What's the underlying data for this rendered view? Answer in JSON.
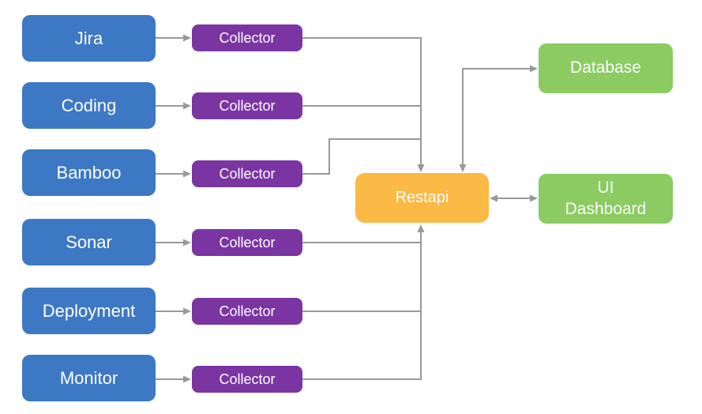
{
  "diagram": {
    "type": "flow-architecture",
    "background": "#ffffff",
    "colors": {
      "source_blue": "#3d78c4",
      "collector_purple": "#7a35a3",
      "api_orange": "#fbb945",
      "output_green": "#8bcb62",
      "edge_gray": "#999999",
      "text_white": "#ffffff"
    },
    "nodes": {
      "jira": {
        "label": "Jira"
      },
      "coding": {
        "label": "Coding"
      },
      "bamboo": {
        "label": "Bamboo"
      },
      "sonar": {
        "label": "Sonar"
      },
      "deployment": {
        "label": "Deployment"
      },
      "monitor": {
        "label": "Monitor"
      },
      "collector1": {
        "label": "Collector"
      },
      "collector2": {
        "label": "Collector"
      },
      "collector3": {
        "label": "Collector"
      },
      "collector4": {
        "label": "Collector"
      },
      "collector5": {
        "label": "Collector"
      },
      "collector6": {
        "label": "Collector"
      },
      "restapi": {
        "label": "Restapi"
      },
      "database": {
        "label": "Database"
      },
      "ui_dashboard": {
        "label": "UI\nDashboard"
      }
    },
    "connections": [
      {
        "from": "Jira",
        "to": "Collector",
        "direction": "one-way"
      },
      {
        "from": "Coding",
        "to": "Collector",
        "direction": "one-way"
      },
      {
        "from": "Bamboo",
        "to": "Collector",
        "direction": "one-way"
      },
      {
        "from": "Sonar",
        "to": "Collector",
        "direction": "one-way"
      },
      {
        "from": "Deployment",
        "to": "Collector",
        "direction": "one-way"
      },
      {
        "from": "Monitor",
        "to": "Collector",
        "direction": "one-way"
      },
      {
        "from": "Collector (Jira)",
        "to": "Restapi",
        "direction": "one-way"
      },
      {
        "from": "Collector (Coding)",
        "to": "Restapi",
        "direction": "one-way"
      },
      {
        "from": "Collector (Bamboo)",
        "to": "Restapi",
        "direction": "one-way"
      },
      {
        "from": "Collector (Sonar)",
        "to": "Restapi",
        "direction": "one-way"
      },
      {
        "from": "Collector (Deployment)",
        "to": "Restapi",
        "direction": "one-way"
      },
      {
        "from": "Collector (Monitor)",
        "to": "Restapi",
        "direction": "one-way"
      },
      {
        "from": "Restapi",
        "to": "Database",
        "direction": "two-way"
      },
      {
        "from": "Restapi",
        "to": "UI Dashboard",
        "direction": "two-way"
      }
    ]
  }
}
